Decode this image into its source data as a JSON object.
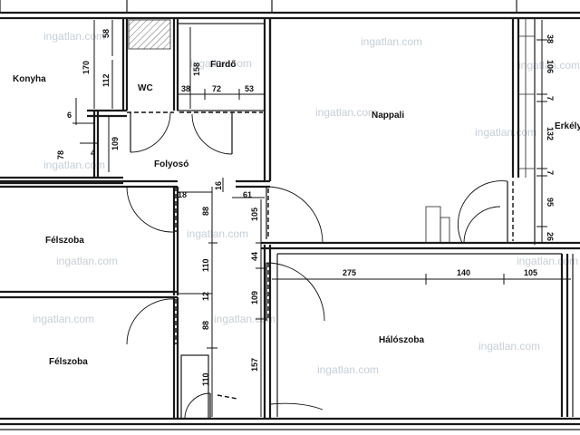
{
  "rooms": {
    "konyha": "Konyha",
    "wc": "WC",
    "furdo": "Fürdő",
    "nappali": "Nappali",
    "erkely": "Erkély",
    "folyoso": "Folyosó",
    "felszoba_1": "Félszoba",
    "felszoba_2": "Félszoba",
    "haloszoba": "Hálószoba"
  },
  "dimensions": {
    "konyha_top": "58",
    "konyha_height": "170",
    "konyha_mid": "112",
    "konyha_small": "6",
    "konyha_low": "78",
    "konyha_tick": "4",
    "corridor_top": "109",
    "furdo_height": "158",
    "furdo_w1": "38",
    "furdo_w2": "72",
    "furdo_w3": "53",
    "corridor_16": "16",
    "corridor_18": "18",
    "corridor_61": "61",
    "corridor_88a": "88",
    "corridor_105": "105",
    "corridor_44": "44",
    "corridor_110a": "110",
    "corridor_12": "12",
    "corridor_109": "109",
    "corridor_88b": "88",
    "corridor_157": "157",
    "corridor_110b": "110",
    "right_38": "38",
    "right_106": "106",
    "right_7a": "7",
    "right_132": "132",
    "right_7b": "7",
    "right_95": "95",
    "right_26": "26",
    "halo_275": "275",
    "halo_140": "140",
    "halo_105": "105"
  },
  "watermark": "ingatlan.com"
}
